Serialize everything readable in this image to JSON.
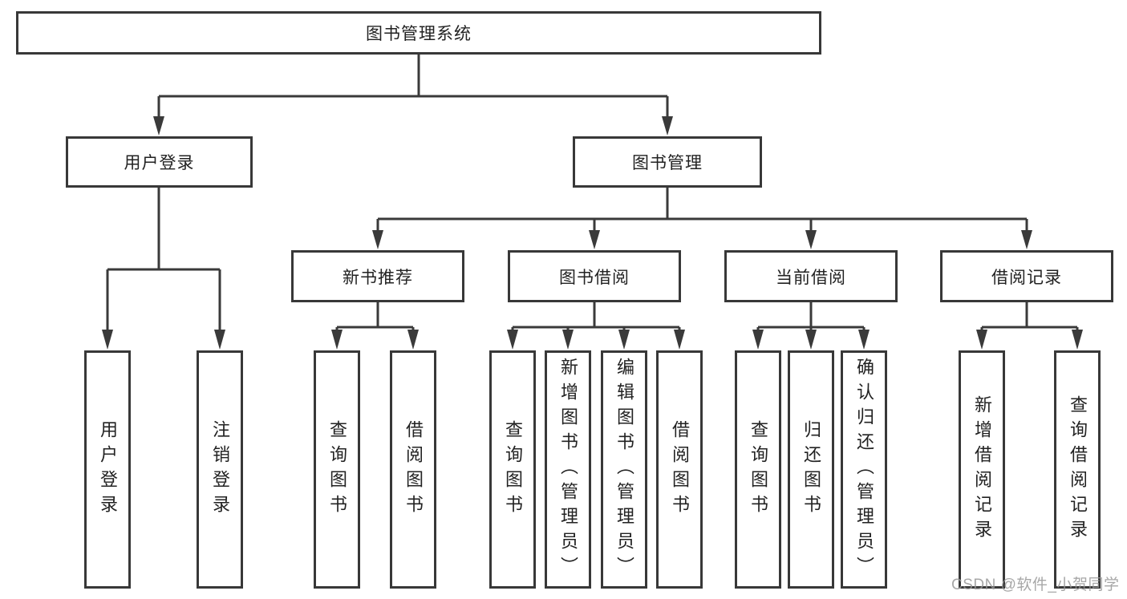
{
  "diagram_title": "图书管理系统",
  "colors": {
    "line": "#3a3a3a",
    "box_border": "#383838",
    "box_background": "#ffffff",
    "text": "#222222",
    "watermark_gray": "#989898"
  },
  "tree": {
    "root": {
      "label": "图书管理系统"
    },
    "branches": [
      {
        "label": "用户登录",
        "children": [
          {
            "label": "用户登录"
          },
          {
            "label": "注销登录"
          }
        ]
      },
      {
        "label": "图书管理",
        "children": [
          {
            "label": "新书推荐",
            "children": [
              {
                "label": "查询图书"
              },
              {
                "label": "借阅图书"
              }
            ]
          },
          {
            "label": "图书借阅",
            "children": [
              {
                "label": "查询图书"
              },
              {
                "label": "新增图书（管理员）"
              },
              {
                "label": "编辑图书（管理员）"
              },
              {
                "label": "借阅图书"
              }
            ]
          },
          {
            "label": "当前借阅",
            "children": [
              {
                "label": "查询图书"
              },
              {
                "label": "归还图书"
              },
              {
                "label": "确认归还（管理员）"
              }
            ]
          },
          {
            "label": "借阅记录",
            "children": [
              {
                "label": "新增借阅记录"
              },
              {
                "label": "查询借阅记录"
              }
            ]
          }
        ]
      }
    ]
  },
  "watermark": {
    "text": "CSDN @软件_小贺同学"
  }
}
